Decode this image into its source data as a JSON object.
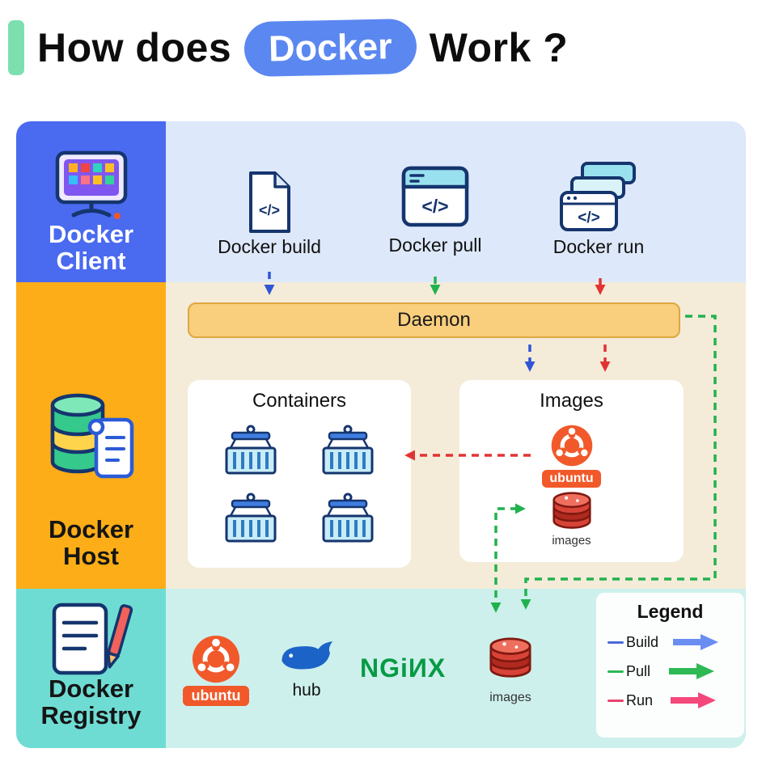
{
  "title": {
    "prefix": "How does",
    "highlight": "Docker",
    "suffix": "Work ?"
  },
  "icons": {
    "code_glyph": "</>"
  },
  "client": {
    "label_top": "Docker",
    "label_bottom": "Client",
    "commands": [
      {
        "label": "Docker build"
      },
      {
        "label": "Docker pull"
      },
      {
        "label": "Docker run"
      }
    ]
  },
  "host": {
    "label_top": "Docker",
    "label_bottom": "Host",
    "daemon_label": "Daemon",
    "containers_card": {
      "title": "Containers"
    },
    "images_card": {
      "title": "Images",
      "ubuntu_badge": "ubuntu",
      "images_caption": "images"
    }
  },
  "registry": {
    "label_top": "Docker",
    "label_bottom": "Registry",
    "ubuntu_badge": "ubuntu",
    "hub_label": "hub",
    "nginx_label": "NGiИX",
    "images_caption": "images"
  },
  "legend": {
    "title": "Legend",
    "items": [
      {
        "label": "Build",
        "color": "#6a8df2"
      },
      {
        "label": "Pull",
        "color": "#2db954"
      },
      {
        "label": "Run",
        "color": "#f4477a"
      }
    ]
  },
  "colors": {
    "client_band": "#4a6af0",
    "client_content": "#dde8fa",
    "host_band": "#fcad17",
    "host_content": "#f4ecd9",
    "registry_band": "#6fdcd3",
    "registry_content": "#cdf0ec",
    "daemon_fill": "#f9ce7d",
    "build_arrow": "#2f55d4",
    "pull_arrow": "#21b24f",
    "run_arrow": "#e23333",
    "title_badge": "#5b87f0",
    "title_accent": "#7ce0ae",
    "ubuntu_orange": "#f1592a",
    "nginx_green": "#079a44"
  }
}
